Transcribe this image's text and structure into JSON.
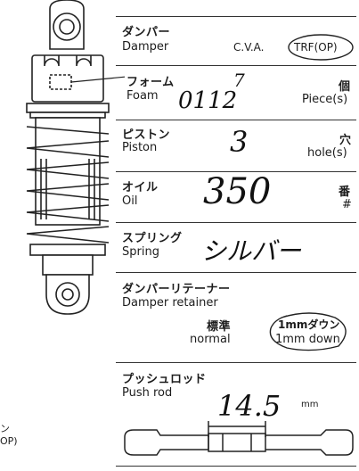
{
  "sections": {
    "damper": {
      "jp": "ダンパー",
      "en": "Damper",
      "opt_cva": "C.V.A.",
      "opt_trf": "TRF(OP)"
    },
    "foam": {
      "jp": "フォーム",
      "en": "Foam",
      "unit_jp": "個",
      "unit_en": "Piece(s)",
      "handwritten": "0112",
      "handwritten_extra": "7"
    },
    "piston": {
      "jp": "ピストン",
      "en": "Piston",
      "unit_jp": "穴",
      "unit_en": "hole(s)",
      "handwritten": "3"
    },
    "oil": {
      "jp": "オイル",
      "en": "Oil",
      "unit_jp": "番",
      "unit_en": "#",
      "handwritten": "350"
    },
    "spring": {
      "jp": "スプリング",
      "en": "Spring",
      "handwritten": "シルバー"
    },
    "retainer": {
      "jp": "ダンパーリテーナー",
      "en": "Damper retainer",
      "std_jp": "標準",
      "std_en": "normal",
      "down_jp": "1mmダウン",
      "down_en": "1mm down"
    },
    "pushrod": {
      "jp": "プッシュロッド",
      "en": "Push rod",
      "handwritten": "14.5",
      "unit": "mm"
    }
  },
  "bottom_left": {
    "line1": "ン",
    "line2": "OP)"
  }
}
